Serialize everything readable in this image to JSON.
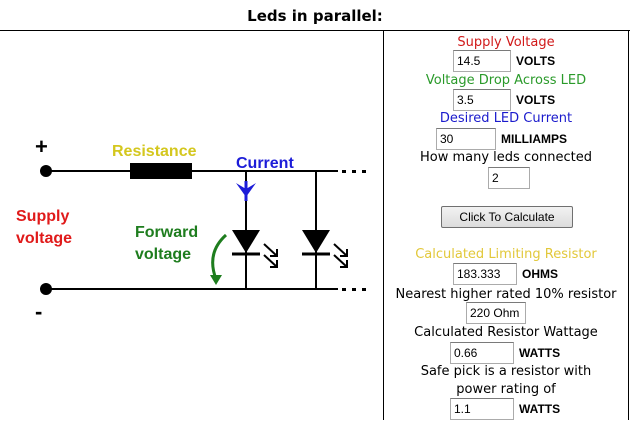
{
  "title": "Leds in parallel:",
  "diagram": {
    "plus": "+",
    "minus": "-",
    "resistance_label": "Resistance",
    "current_label": "Current",
    "supply_line1": "Supply",
    "supply_line2": "voltage",
    "forward_line1": "Forward",
    "forward_line2": "voltage",
    "colors": {
      "resistance": "#d4c71e",
      "current": "#1c1cd8",
      "supply": "#e01a1a",
      "forward": "#1e7d1e"
    }
  },
  "form": {
    "supply_voltage": {
      "label": "Supply Voltage",
      "value": "14.5",
      "unit": "VOLTS",
      "color": "#d11a1a"
    },
    "voltage_drop": {
      "label": "Voltage Drop Across LED",
      "value": "3.5",
      "unit": "VOLTS",
      "color": "#2a9a2a"
    },
    "desired_current": {
      "label": "Desired LED Current",
      "value": "30",
      "unit": "MILLIAMPS",
      "color": "#1a1acc"
    },
    "led_count": {
      "label": "How many leds connected",
      "value": "2"
    },
    "calculate_button": "Click To Calculate",
    "limiting_resistor": {
      "label": "Calculated Limiting Resistor",
      "value": "183.333",
      "unit": "OHMS",
      "color": "#e2c83a"
    },
    "nearest_resistor": {
      "label": "Nearest higher rated 10% resistor",
      "value": "220 Ohm"
    },
    "resistor_wattage": {
      "label": "Calculated Resistor Wattage",
      "value": "0.66",
      "unit": "WATTS"
    },
    "safe_pick": {
      "label_line1": "Safe pick is a resistor with",
      "label_line2": "power rating of",
      "value": "1.1",
      "unit": "WATTS"
    }
  }
}
